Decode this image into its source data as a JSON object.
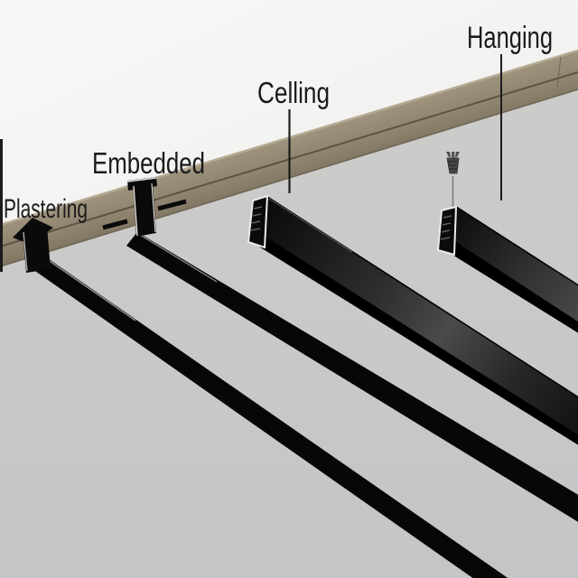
{
  "labels": {
    "plastering": {
      "text": "Plastering"
    },
    "embedded": {
      "text": "Embedded"
    },
    "celling": {
      "text": "Celling"
    },
    "hanging": {
      "text": "Hanging"
    }
  },
  "tracks": [
    {
      "name": "plastering-track",
      "mount_type": "Plastering"
    },
    {
      "name": "embedded-track",
      "mount_type": "Embedded"
    },
    {
      "name": "celling-track",
      "mount_type": "Celling"
    },
    {
      "name": "hanging-track",
      "mount_type": "Hanging"
    }
  ],
  "icons": {
    "suspension_screw": "suspension-screw-icon",
    "suspension_wire": "suspension-wire"
  },
  "palette": {
    "label-color": "#1a1a1a",
    "pointer-color": "#1c1c1c",
    "wall-top": "#f8f8f6",
    "wall-bottom": "#eaeae8",
    "band-light": "#a0947e",
    "band-mid": "#8d826e",
    "band-dark": "#6e6450",
    "band-bevel": "#b5a992",
    "band-groove": "#56503f",
    "ceiling-light": "#cbcbca",
    "ceiling-dark": "#c5c5c7",
    "track-black": "#070707",
    "track-sheen": "#4a4a4a",
    "profile-silver": "#ececec",
    "wire-gray": "#7a7a7a"
  }
}
